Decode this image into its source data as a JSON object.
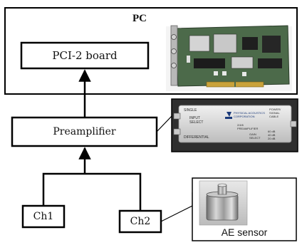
{
  "pc": {
    "title": "PC"
  },
  "pci_board": {
    "label": "PCI-2 board"
  },
  "preamplifier": {
    "label": "Preamplifier",
    "device_text": {
      "left_top": "SINGLE",
      "input_select": "INPUT SELECT",
      "left_bottom": "DIFFERENTIAL",
      "brand": "PHYSICAL ACOUSTICS CORPORATION",
      "model": "2/4/6 PREAMPLIFIER",
      "power_signal": "POWER/ SIGNAL CABLE",
      "gain_select": "GAIN SELECT",
      "gains": [
        "60 dB",
        "40 dB",
        "20 dB"
      ]
    }
  },
  "channels": [
    {
      "label": "Ch1"
    },
    {
      "label": "Ch2"
    }
  ],
  "ae_sensor": {
    "label": "AE sensor"
  },
  "colors": {
    "outline": "#000000",
    "background": "#ffffff",
    "photo_bg": "#2e2e2e",
    "pcb_green": "#4c6a4a",
    "preamp_body": "#dcdcdc",
    "sensor_metal": "#a8a8a8"
  }
}
